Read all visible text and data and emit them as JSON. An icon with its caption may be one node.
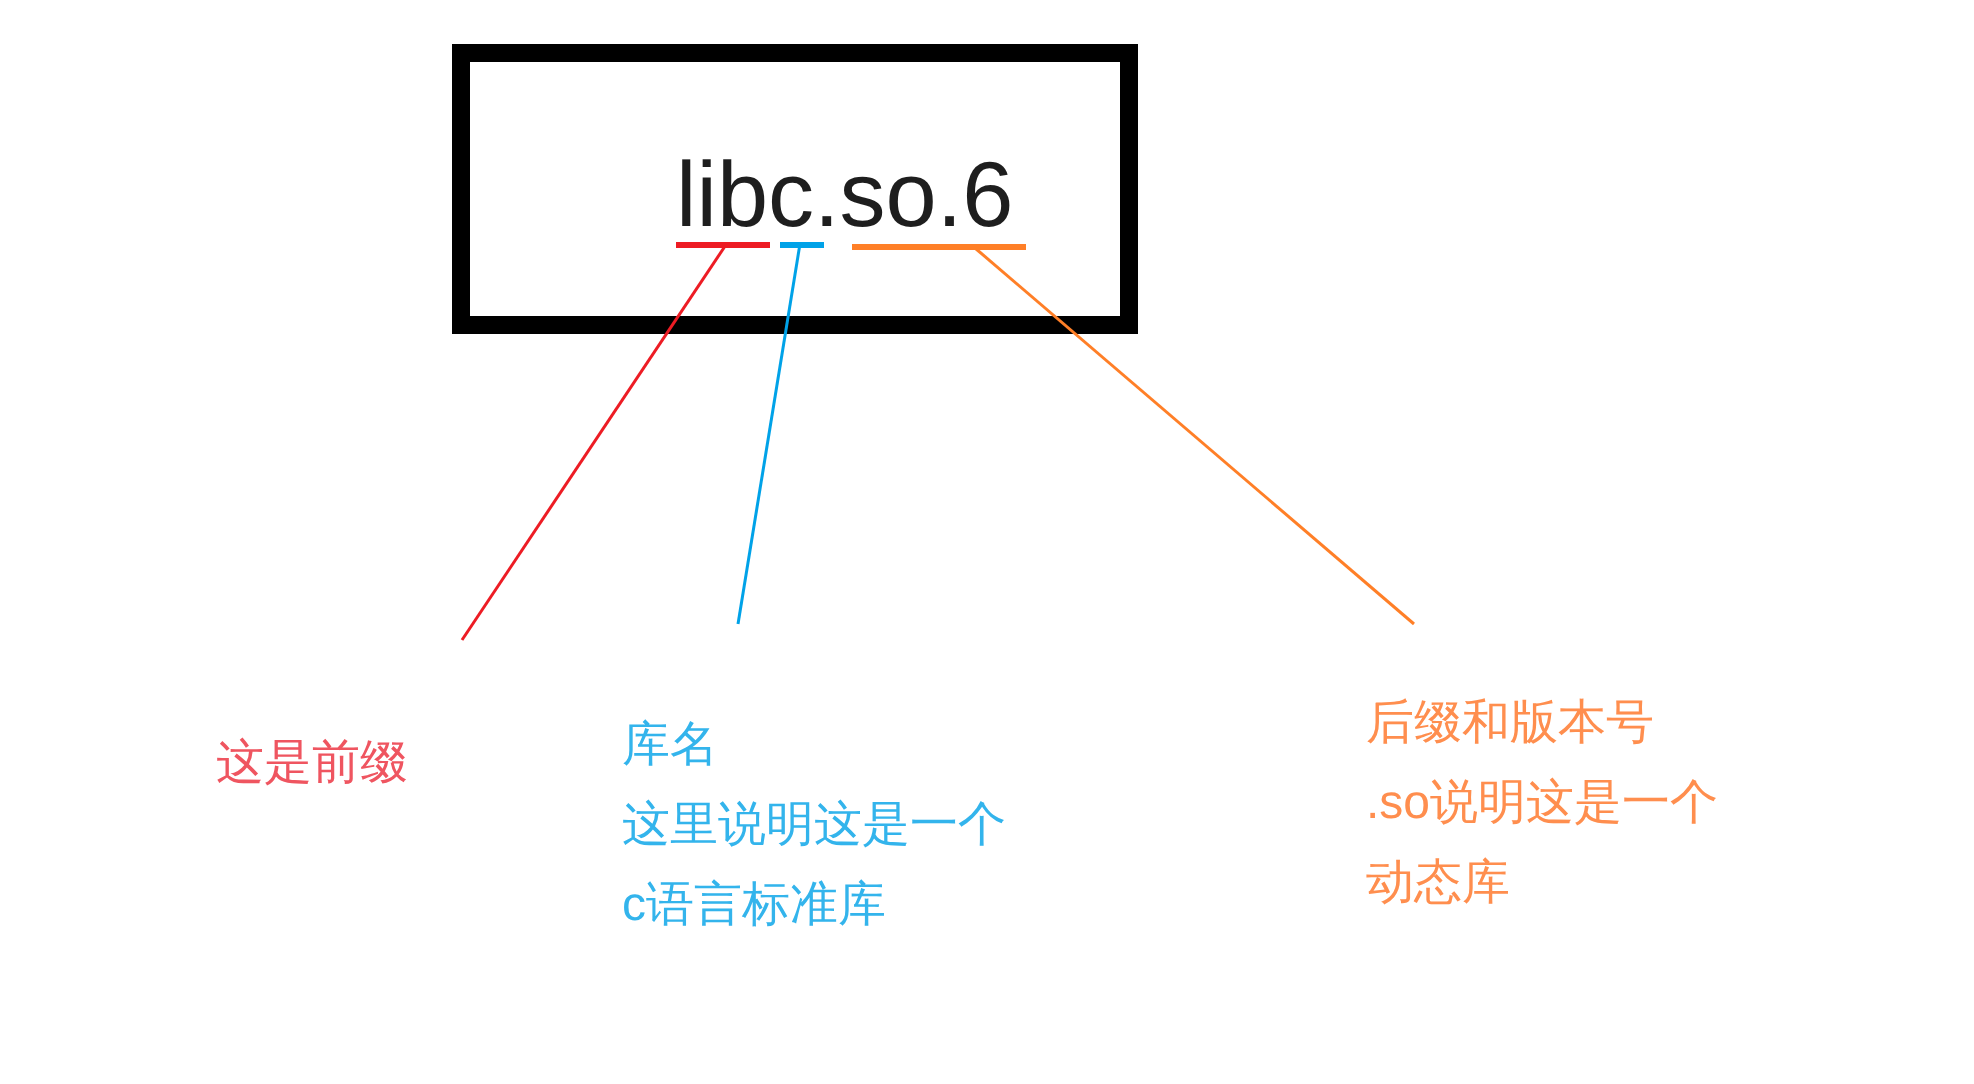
{
  "diagram": {
    "nodes": [
      {
        "text": [
          "libc.so.6"
        ]
      },
      {
        "text": [],
        "shape": "bar",
        "in": 0
      },
      {
        "text": [],
        "shape": "bar",
        "in": 0
      },
      {
        "text": [],
        "shape": "bar",
        "in": 0
      },
      {
        "text": [
          "这是前缀"
        ]
      },
      {
        "text": [
          "库名",
          "这里说明这是一个c语言标准库"
        ]
      },
      {
        "text": [
          "后缀和版本号",
          ".so说明这是一个动态库"
        ]
      }
    ],
    "edges": [
      {
        "from": 4,
        "to": 1,
        "arrow": "none",
        "color": "#ed1c24"
      },
      {
        "from": 5,
        "to": 2,
        "arrow": "none",
        "color": "#00a2e8"
      },
      {
        "from": 6,
        "to": 3,
        "arrow": "none",
        "color": "#ff7f27"
      }
    ]
  }
}
